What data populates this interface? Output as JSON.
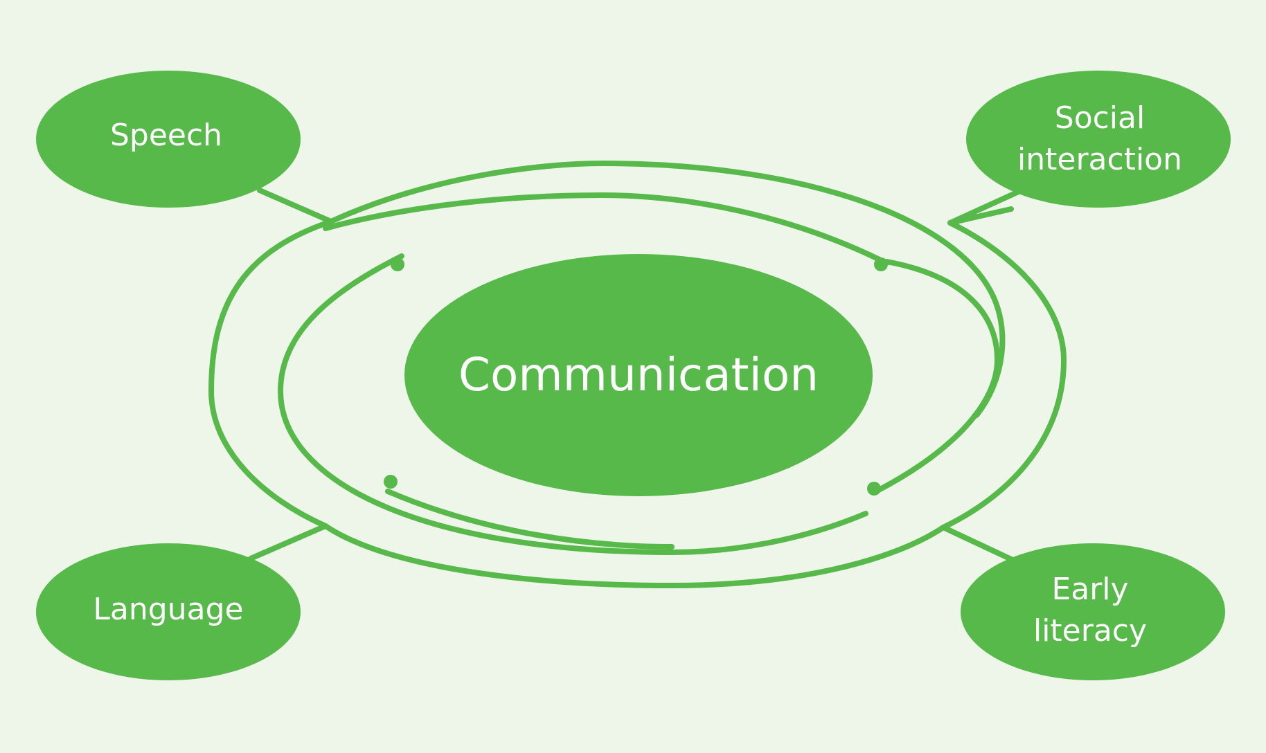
{
  "diagram": {
    "colors": {
      "background": "#eef6ea",
      "accent": "#58b94b",
      "text": "#ffffff"
    },
    "center": {
      "label": "Communication"
    },
    "nodes": [
      {
        "id": "speech",
        "lines": [
          "Speech"
        ]
      },
      {
        "id": "social-interaction",
        "lines": [
          "Social",
          "interaction"
        ]
      },
      {
        "id": "language",
        "lines": [
          "Language"
        ]
      },
      {
        "id": "early-literacy",
        "lines": [
          "Early",
          "literacy"
        ]
      }
    ]
  }
}
